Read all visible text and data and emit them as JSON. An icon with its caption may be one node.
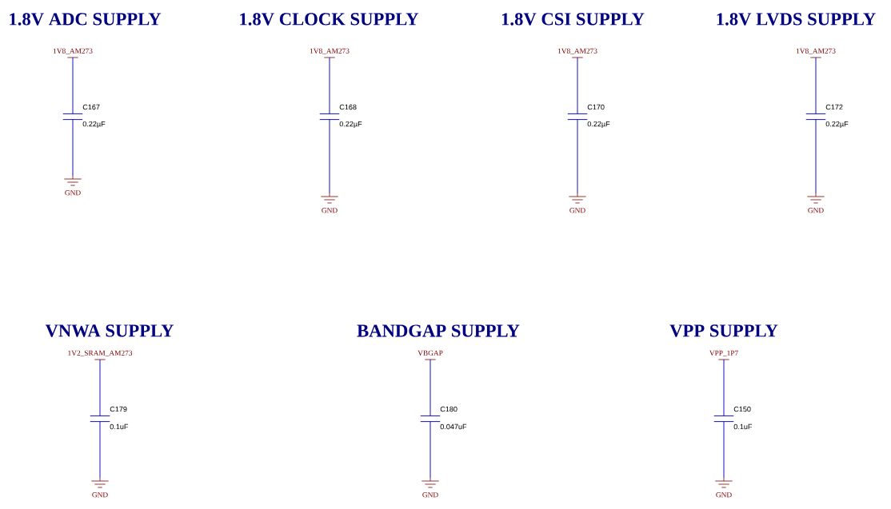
{
  "diagram": {
    "nodes": [
      {
        "text": [
          "1V8_AM273"
        ]
      },
      {
        "text": [],
        "shape": "capacitor",
        "beside": [
          "C167",
          "0.22µF"
        ]
      },
      {
        "text": [
          "GND"
        ]
      },
      {
        "text": [
          "1V8_AM273"
        ]
      },
      {
        "text": [],
        "shape": "capacitor",
        "beside": [
          "C168",
          "0.22µF"
        ]
      },
      {
        "text": [
          "GND"
        ]
      },
      {
        "text": [
          "1V8_AM273"
        ]
      },
      {
        "text": [],
        "shape": "capacitor",
        "beside": [
          "C170",
          "0.22µF"
        ]
      },
      {
        "text": [
          "GND"
        ]
      },
      {
        "text": [
          "1V8_AM273"
        ]
      },
      {
        "text": [],
        "shape": "capacitor",
        "beside": [
          "C172",
          "0.22µF"
        ]
      },
      {
        "text": [
          "GND"
        ]
      },
      {
        "text": [
          "1V2_SRAM_AM273"
        ]
      },
      {
        "text": [],
        "shape": "capacitor",
        "beside": [
          "C179",
          "0.1uF"
        ]
      },
      {
        "text": [
          "GND"
        ]
      },
      {
        "text": [
          "VBGAP"
        ]
      },
      {
        "text": [],
        "shape": "capacitor",
        "beside": [
          "C180",
          "0.047uF"
        ]
      },
      {
        "text": [
          "GND"
        ]
      },
      {
        "text": [
          "VPP_1P7"
        ]
      },
      {
        "text": [],
        "shape": "capacitor",
        "beside": [
          "C150",
          "0.1uF"
        ]
      },
      {
        "text": [
          "GND"
        ]
      }
    ],
    "edges": [
      {
        "from": 0,
        "to": 1,
        "arrow": "none"
      },
      {
        "from": 1,
        "to": 2,
        "arrow": "none"
      },
      {
        "from": 3,
        "to": 4,
        "arrow": "none"
      },
      {
        "from": 4,
        "to": 5,
        "arrow": "none"
      },
      {
        "from": 6,
        "to": 7,
        "arrow": "none"
      },
      {
        "from": 7,
        "to": 8,
        "arrow": "none"
      },
      {
        "from": 9,
        "to": 10,
        "arrow": "none"
      },
      {
        "from": 10,
        "to": 11,
        "arrow": "none"
      },
      {
        "from": 12,
        "to": 13,
        "arrow": "none"
      },
      {
        "from": 13,
        "to": 14,
        "arrow": "none"
      },
      {
        "from": 15,
        "to": 16,
        "arrow": "none"
      },
      {
        "from": 16,
        "to": 17,
        "arrow": "none"
      },
      {
        "from": 18,
        "to": 19,
        "arrow": "none"
      },
      {
        "from": 19,
        "to": 20,
        "arrow": "none"
      }
    ],
    "labels": [
      "1.8V ADC SUPPLY",
      "1.8V CLOCK SUPPLY",
      "1.8V CSI SUPPLY",
      "1.8V LVDS SUPPLY",
      "VNWA SUPPLY",
      "BANDGAP SUPPLY",
      "VPP SUPPLY"
    ]
  }
}
